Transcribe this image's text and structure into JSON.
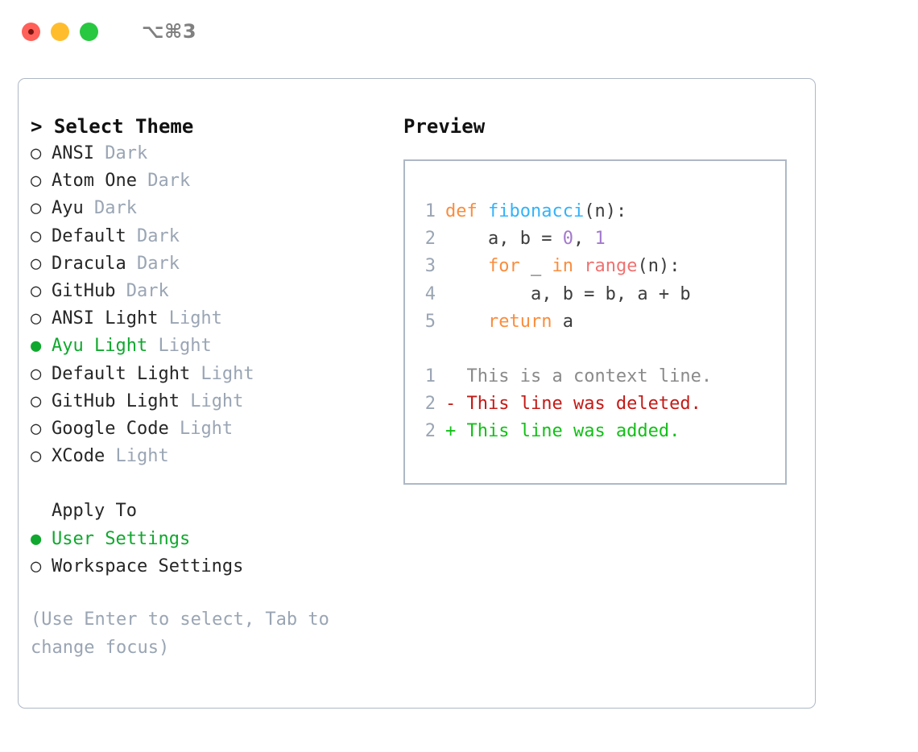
{
  "titlebar": {
    "shortcut": "⌥⌘3",
    "lights": [
      "close",
      "minimize",
      "maximize"
    ]
  },
  "theme_picker": {
    "heading": "> Select Theme",
    "items": [
      {
        "marker": "○",
        "label": "ANSI",
        "suffix": "Dark",
        "selected": false
      },
      {
        "marker": "○",
        "label": "Atom One",
        "suffix": "Dark",
        "selected": false
      },
      {
        "marker": "○",
        "label": "Ayu",
        "suffix": "Dark",
        "selected": false
      },
      {
        "marker": "○",
        "label": "Default",
        "suffix": "Dark",
        "selected": false
      },
      {
        "marker": "○",
        "label": "Dracula",
        "suffix": "Dark",
        "selected": false
      },
      {
        "marker": "○",
        "label": "GitHub",
        "suffix": "Dark",
        "selected": false
      },
      {
        "marker": "○",
        "label": "ANSI Light",
        "suffix": "Light",
        "selected": false
      },
      {
        "marker": "●",
        "label": "Ayu Light",
        "suffix": "Light",
        "selected": true
      },
      {
        "marker": "○",
        "label": "Default Light",
        "suffix": "Light",
        "selected": false
      },
      {
        "marker": "○",
        "label": "GitHub Light",
        "suffix": "Light",
        "selected": false
      },
      {
        "marker": "○",
        "label": "Google Code",
        "suffix": "Light",
        "selected": false
      },
      {
        "marker": "○",
        "label": "XCode",
        "suffix": "Light",
        "selected": false
      }
    ]
  },
  "apply_to": {
    "title": "Apply To",
    "items": [
      {
        "marker": "●",
        "label": "User Settings",
        "selected": true
      },
      {
        "marker": "○",
        "label": "Workspace Settings",
        "selected": false
      }
    ]
  },
  "hint": "(Use Enter to select, Tab to change focus)",
  "preview": {
    "title": "Preview",
    "code_lines": [
      {
        "num": "1",
        "tokens": [
          {
            "t": "def ",
            "c": "kw"
          },
          {
            "t": "fibonacci",
            "c": "fn"
          },
          {
            "t": "(n):",
            "c": "pl"
          }
        ]
      },
      {
        "num": "2",
        "tokens": [
          {
            "t": "    a, b = ",
            "c": "pl"
          },
          {
            "t": "0",
            "c": "num"
          },
          {
            "t": ", ",
            "c": "pl"
          },
          {
            "t": "1",
            "c": "num"
          }
        ]
      },
      {
        "num": "3",
        "tokens": [
          {
            "t": "    for ",
            "c": "kw"
          },
          {
            "t": "_ ",
            "c": "pl"
          },
          {
            "t": "in ",
            "c": "kw"
          },
          {
            "t": "range",
            "c": "call"
          },
          {
            "t": "(n):",
            "c": "pl"
          }
        ]
      },
      {
        "num": "4",
        "tokens": [
          {
            "t": "        a, b = b, a + b",
            "c": "pl"
          }
        ]
      },
      {
        "num": "5",
        "tokens": [
          {
            "t": "    return ",
            "c": "kw"
          },
          {
            "t": "a",
            "c": "pl"
          }
        ]
      }
    ],
    "diff_lines": [
      {
        "num": "1",
        "sign": "  ",
        "text": "This is a context line.",
        "kind": "ctx"
      },
      {
        "num": "2",
        "sign": "- ",
        "text": "This line was deleted.",
        "kind": "del"
      },
      {
        "num": "2",
        "sign": "+ ",
        "text": "This line was added.",
        "kind": "add"
      }
    ]
  },
  "colors": {
    "accent_green": "#10A82E",
    "muted": "#9AA5B4",
    "border": "#AEB8C6",
    "keyword": "#FA8D3E",
    "function": "#33B3FA",
    "number": "#A37ACC",
    "call": "#F07171",
    "diff_delete": "#C41A16",
    "diff_add": "#12C017"
  }
}
